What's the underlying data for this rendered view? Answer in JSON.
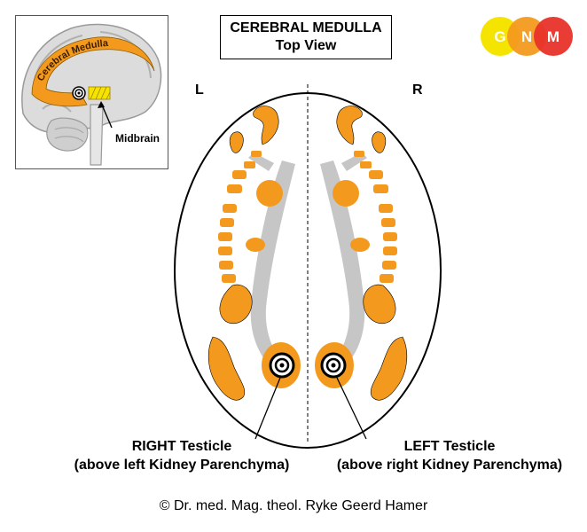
{
  "title": {
    "line1": "CEREBRAL MEDULLA",
    "line2": "Top View"
  },
  "side_labels": {
    "left": "L",
    "right": "R"
  },
  "inset": {
    "band_label": "Cerebral Medulla",
    "callout_label": "Midbrain"
  },
  "logo": {
    "letters": [
      "G",
      "N",
      "M"
    ],
    "colors": [
      "#f5e400",
      "#f39a1e",
      "#e8312a"
    ]
  },
  "captions": {
    "left": {
      "line1": "RIGHT Testicle",
      "line2": "(above left Kidney Parenchyma)"
    },
    "right": {
      "line1": "LEFT Testicle",
      "line2": "(above right Kidney Parenchyma)"
    }
  },
  "copyright": "© Dr. med. Mag. theol. Ryke Geerd Hamer",
  "colors": {
    "medulla_orange": "#f39a1e",
    "ventricle_gray": "#c6c6c6",
    "outline": "#000000"
  }
}
